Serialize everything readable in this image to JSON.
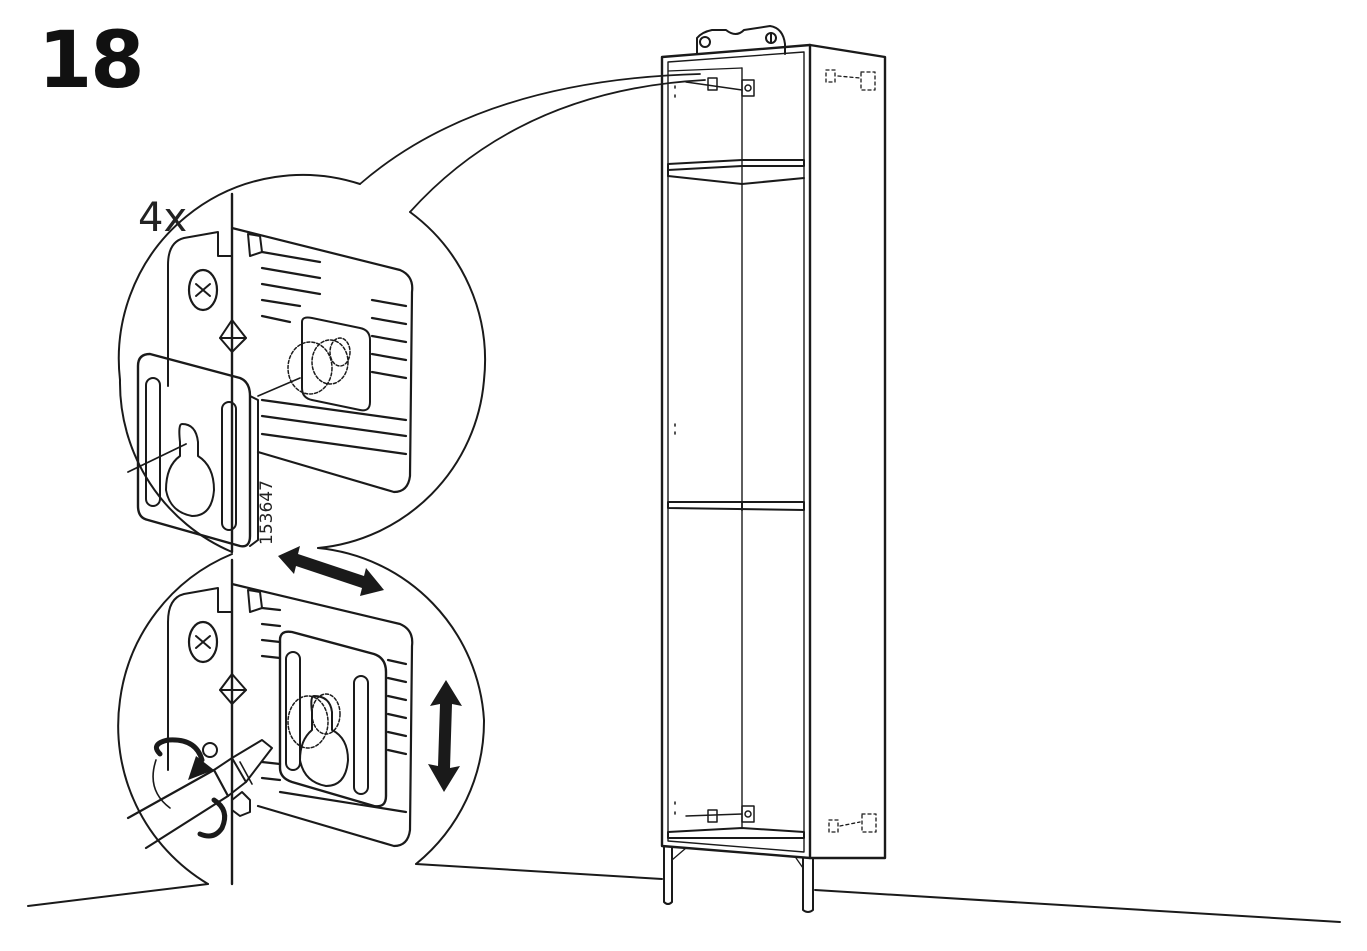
{
  "step": {
    "number": "18"
  },
  "detail": {
    "quantity": "4x",
    "part_number": "153647"
  },
  "colors": {
    "line": "#1a1a1a",
    "background": "#ffffff",
    "leg_fill": "#cfcfcf"
  },
  "icons": [
    "screwdriver-icon",
    "rotate-arrow-icon",
    "horizontal-double-arrow-icon",
    "vertical-double-arrow-icon"
  ]
}
